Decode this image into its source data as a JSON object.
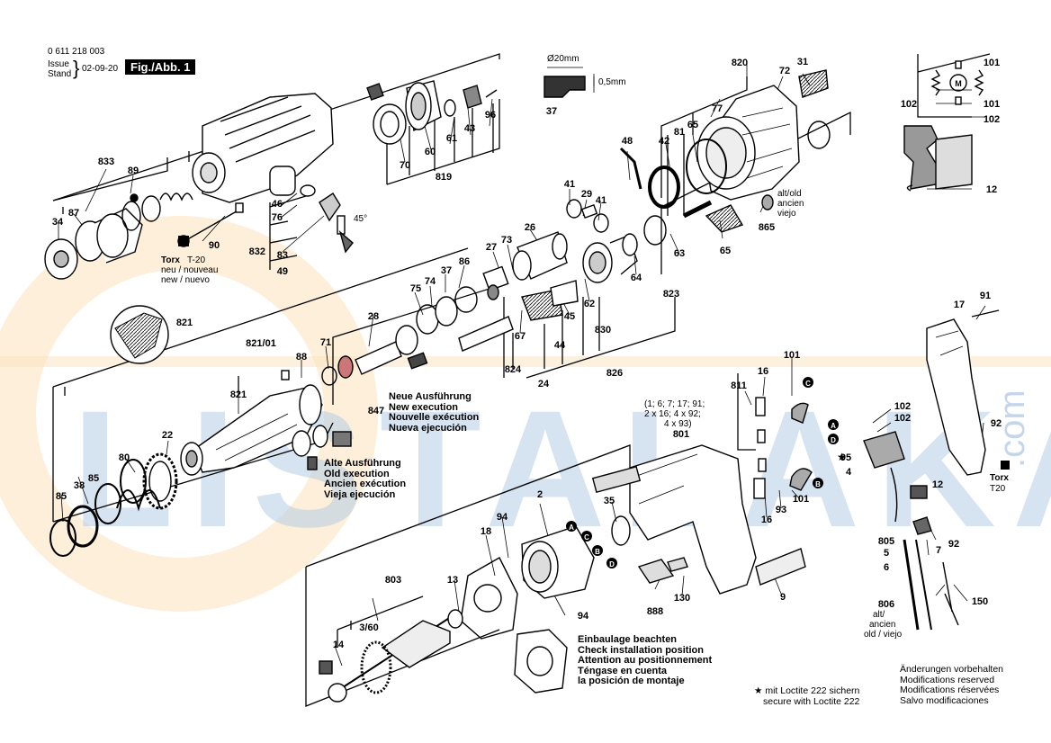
{
  "header": {
    "doc_number": "0 611 218 003",
    "issue_label": "Issue",
    "stand_label": "Stand",
    "date": "02-09-20",
    "figure": "Fig./Abb. 1"
  },
  "dimension": {
    "diameter": "Ø20mm",
    "offset": "0,5mm"
  },
  "watermark": {
    "text": "LISTALAKA",
    "dotcom": ".com",
    "color": "#2f6fb6",
    "accent": "#f0a020"
  },
  "torx_left": {
    "title": "Torx",
    "size": "T-20",
    "line1": "neu / nouveau",
    "line2": "new / nuevo"
  },
  "torx_right": {
    "title": "Torx",
    "size": "T20"
  },
  "old_new": {
    "a": "alt/old",
    "b": "ancien",
    "c": "viejo"
  },
  "alt_right": {
    "a": "alt/",
    "b": "ancien",
    "c": "old / viejo"
  },
  "new_exec": [
    "Neue Ausführung",
    "New execution",
    "Nouvelle exécution",
    "Nueva ejecución"
  ],
  "old_exec": [
    "Alte Ausführung",
    "Old execution",
    "Ancien exécution",
    "Vieja ejecución"
  ],
  "install": [
    "Einbaulage beachten",
    "Check installation position",
    "Attention au positionnement",
    "Téngase en cuenta",
    "la posición de montaje"
  ],
  "loctite": {
    "de": "mit Loctite 222 sichern",
    "en": "secure with Loctite 222"
  },
  "modifications": [
    "Änderungen vorbehalten",
    "Modifications reserved",
    "Modifications réservées",
    "Salvo modificaciones"
  ],
  "bracket_text": [
    "(1; 6; 7; 17; 91;",
    "2 x 16; 4 x 92;",
    "4 x 93)"
  ],
  "angle": "45°",
  "callouts": {
    "c833": "833",
    "c89": "89",
    "c87": "87",
    "c34": "34",
    "c90": "90",
    "c46": "46",
    "c76": "76",
    "c832": "832",
    "c83": "83",
    "c49": "49",
    "c70": "70",
    "c60": "60",
    "c61": "61",
    "c43": "43",
    "c96": "96",
    "c819": "819",
    "c37": "37",
    "c820": "820",
    "c72": "72",
    "c31": "31",
    "c77": "77",
    "c65a": "65",
    "c81": "81",
    "c42": "42",
    "c48": "48",
    "c865": "865",
    "c65b": "65",
    "c41a": "41",
    "c29": "29",
    "c41b": "41",
    "c26": "26",
    "c27": "27",
    "c73": "73",
    "c63": "63",
    "c64": "64",
    "c823": "823",
    "c62": "62",
    "c830": "830",
    "c86": "86",
    "c37b": "37",
    "c74": "74",
    "c75": "75",
    "c45": "45",
    "c44": "44",
    "c67": "67",
    "c824": "824",
    "c24": "24",
    "c826": "826",
    "c821a": "821",
    "c821b": "821/01",
    "c71": "71",
    "c28": "28",
    "c88": "88",
    "c847": "847",
    "c821c": "821",
    "c22": "22",
    "c80": "80",
    "c85a": "85",
    "c38": "38",
    "c85b": "85",
    "c16a": "16",
    "c811": "811",
    "c101a": "101",
    "c801": "801",
    "c16b": "16",
    "c93": "93",
    "c101b": "101",
    "c102a": "102",
    "c102b": "102",
    "c95": "95",
    "c4": "4",
    "c12": "12",
    "c92a": "92",
    "c17": "17",
    "c91": "91",
    "c92b": "92",
    "c2": "2",
    "c35": "35",
    "c94a": "94",
    "c18": "18",
    "c803": "803",
    "c13": "13",
    "c360": "3/60",
    "c14": "14",
    "c94b": "94",
    "c888": "888",
    "c130": "130",
    "c9": "9",
    "c805": "805",
    "c5": "5",
    "c6": "6",
    "c7": "7",
    "c806": "806",
    "c150": "150",
    "c101c": "101",
    "c101d": "101",
    "c102c": "102",
    "c102d": "102",
    "c12b": "12",
    "cM": "M"
  }
}
